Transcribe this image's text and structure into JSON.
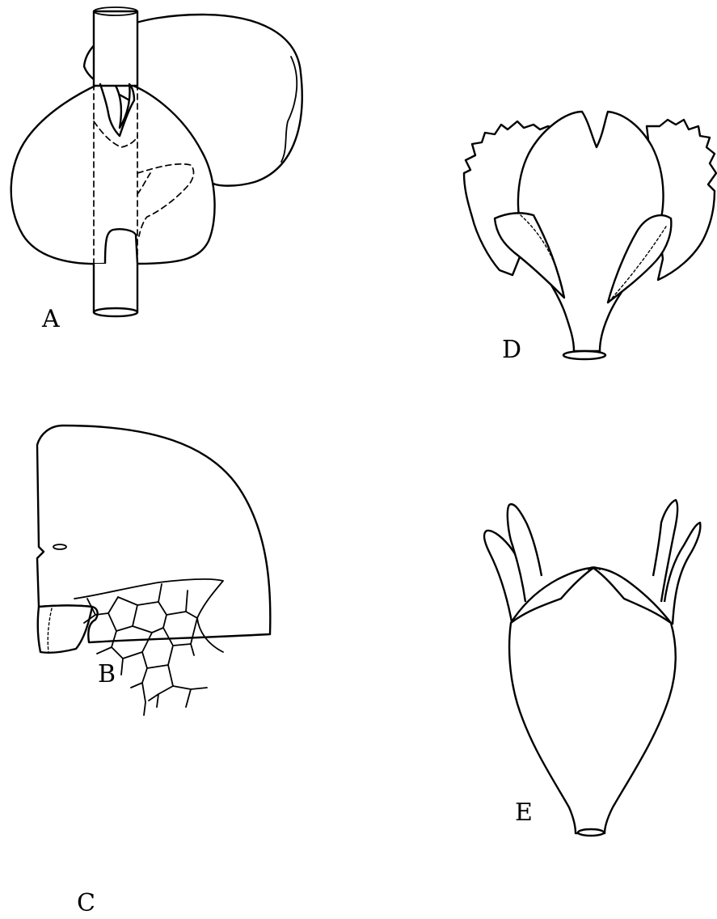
{
  "figure": {
    "panel_labels": {
      "a": "A",
      "b": "B",
      "c": "C",
      "d": "D",
      "e": "E"
    }
  }
}
